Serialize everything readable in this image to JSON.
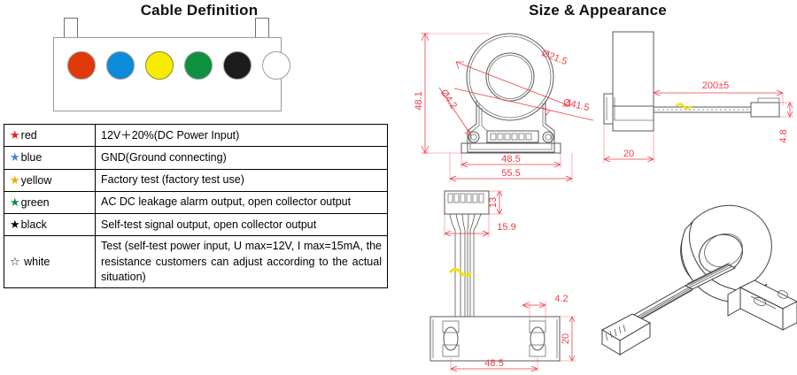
{
  "left_panel": {
    "heading": "Cable Definition",
    "connector": {
      "wires": [
        {
          "name": "red-wire-dot",
          "color": "#e0390a",
          "border": "#9a9a9a"
        },
        {
          "name": "blue-wire-dot",
          "color": "#0d8bdb",
          "border": "#9a9a9a"
        },
        {
          "name": "yellow-wire-dot",
          "color": "#f5ec00",
          "border": "#8a8a2a"
        },
        {
          "name": "green-wire-dot",
          "color": "#0d9140",
          "border": "#9a9a9a"
        },
        {
          "name": "black-wire-dot",
          "color": "#1c1c1c",
          "border": "#9a9a9a"
        },
        {
          "name": "white-wire-dot",
          "color": "#ffffff",
          "border": "#9a9a9a"
        }
      ]
    },
    "table": {
      "rows": [
        {
          "star": "★",
          "star_color": "#e1251b",
          "color": "red",
          "desc": "12V＋20%(DC Power Input)",
          "multiline": false
        },
        {
          "star": "★",
          "star_color": "#4a86c8",
          "color": "blue",
          "desc": "GND(Ground connecting)",
          "multiline": false
        },
        {
          "star": "★",
          "star_color": "#f2a900",
          "color": "yellow",
          "desc": "Factory test (factory test use)",
          "multiline": false
        },
        {
          "star": "★",
          "star_color": "#0d9140",
          "color": "green",
          "desc": "AC DC leakage alarm output, open collector output",
          "multiline": true
        },
        {
          "star": "★",
          "star_color": "#000000",
          "color": "black",
          "desc": "Self-test signal output, open collector output",
          "multiline": true
        },
        {
          "star": "☆",
          "star_color": "#000000",
          "color": " white",
          "desc": "Test (self-test power input, U max=12V, I max=15mA, the resistance customers can adjust according to the actual situation)",
          "multiline": true
        }
      ]
    }
  },
  "right_panel": {
    "heading": "Size & Appearance",
    "front_view": {
      "name": "front-view-drawing",
      "dimensions": {
        "height_overall": "48.1",
        "inner_diameter": "Ø21.5",
        "outer_diameter": "Ø41.5",
        "hole_diameter": "Ø4.2",
        "width_inner": "48.5",
        "width_overall": "55.5"
      }
    },
    "side_view": {
      "name": "side-view-drawing",
      "dimensions": {
        "cable_length": "200±5",
        "connector_height": "4.8",
        "body_depth": "20"
      }
    },
    "bottom_view": {
      "name": "bottom-view-drawing",
      "dimensions": {
        "connector_height": "13",
        "connector_width": "15.9",
        "hole_offset": "4.2",
        "base_depth": "20",
        "base_width": "48.5"
      }
    },
    "isometric_view": {
      "name": "isometric-view-drawing"
    }
  }
}
